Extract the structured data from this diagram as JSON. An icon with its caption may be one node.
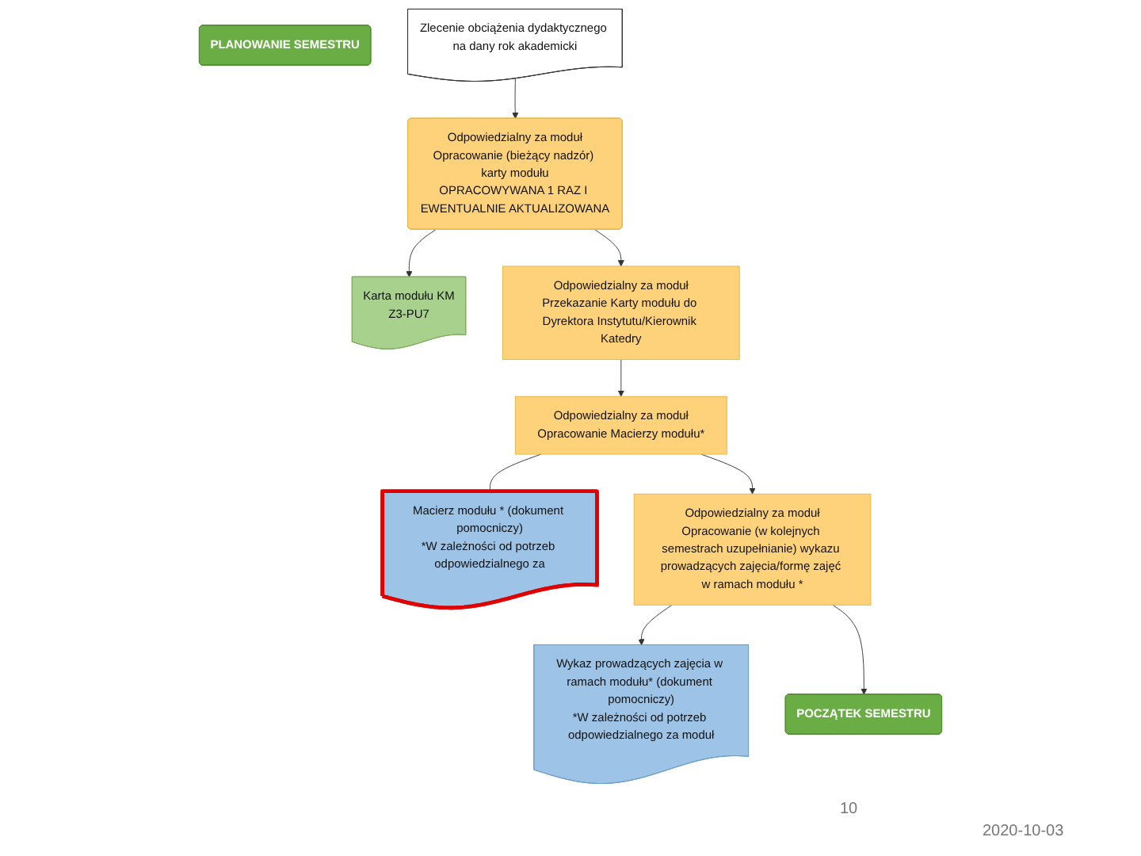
{
  "diagram": {
    "nodes": [
      {
        "text": [
          "PLANOWANIE SEMESTRU"
        ]
      },
      {
        "text": [
          "Zlecenie obciążenia dydaktycznego na dany rok akademicki"
        ]
      },
      {
        "text": [
          "Odpowiedzialny za moduł",
          "Opracowanie (bieżący nadzór) karty modułu",
          "OPRACOWYWANA 1 RAZ I EWENTUALNIE AKTUALIZOWANA"
        ]
      },
      {
        "text": [
          "Karta modułu KM",
          "Z3-PU7"
        ]
      },
      {
        "text": [
          "Odpowiedzialny za moduł",
          "Przekazanie Karty modułu do Dyrektora Instytutu/Kierownik Katedry"
        ]
      },
      {
        "text": [
          "Odpowiedzialny za moduł",
          "Opracowanie Macierzy modułu*"
        ]
      },
      {
        "text": [
          "Macierz modułu * (dokument pomocniczy)",
          "*W zależności od potrzeb odpowiedzialnego za"
        ]
      },
      {
        "text": [
          "Odpowiedzialny za moduł",
          "Opracowanie (w kolejnych semestrach uzupełnianie) wykazu prowadzących zajęcia/formę zajęć w ramach modułu *"
        ]
      },
      {
        "text": [
          "Wykaz prowadzących zajęcia w ramach modułu* (dokument pomocniczy)",
          "*W zależności od potrzeb odpowiedzialnego za moduł"
        ]
      },
      {
        "text": [
          "POCZĄTEK SEMESTRU"
        ]
      }
    ],
    "edges": [
      {
        "from": 1,
        "to": 2,
        "arrow": "to"
      },
      {
        "from": 2,
        "to": 3,
        "arrow": "to"
      },
      {
        "from": 2,
        "to": 4,
        "arrow": "to"
      },
      {
        "from": 4,
        "to": 5,
        "arrow": "to"
      },
      {
        "from": 5,
        "to": 6,
        "arrow": "none"
      },
      {
        "from": 5,
        "to": 7,
        "arrow": "to"
      },
      {
        "from": 7,
        "to": 8,
        "arrow": "to"
      },
      {
        "from": 7,
        "to": 9,
        "arrow": "to"
      }
    ],
    "labels": [
      "10",
      "2020-10-03"
    ]
  }
}
